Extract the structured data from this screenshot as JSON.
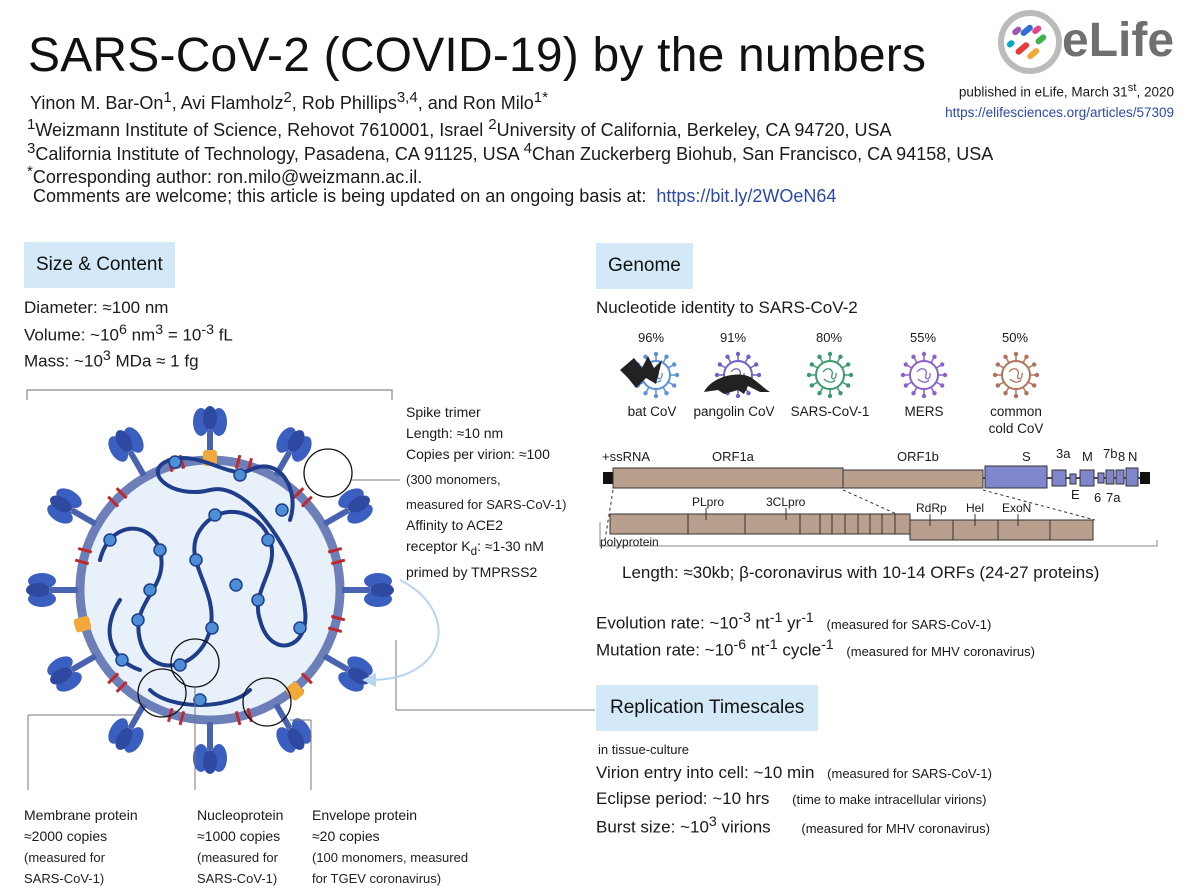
{
  "header": {
    "title": "SARS-CoV-2 (COVID-19) by the numbers",
    "authors": {
      "a1": "Yinon M. Bar-On",
      "a1_sup": "1",
      "a2": ", Avi Flamholz",
      "a2_sup": "2",
      "a3": ", Rob Phillips",
      "a3_sup": "3,4",
      "a4": ", and Ron Milo",
      "a4_sup": "1*"
    },
    "affiliations": {
      "line1_sup1": "1",
      "line1_a": "Weizmann Institute of Science, Rehovot 7610001, Israel ",
      "line1_sup2": "2",
      "line1_b": "University of California, Berkeley, CA 94720, USA",
      "line2_sup1": "3",
      "line2_a": "California Institute of Technology, Pasadena, CA 91125, USA ",
      "line2_sup2": "4",
      "line2_b": "Chan Zuckerberg Biohub, San Francisco, CA 94158, USA",
      "line3_sup": "*",
      "line3": "Corresponding author: ron.milo@weizmann.ac.il.",
      "line4": "Comments are welcome; this article is being updated on an ongoing basis at:",
      "line4_link": "https://bit.ly/2WOeN64"
    },
    "publication": {
      "line_a": "published in eLife, March 31",
      "line_sup": "st",
      "line_b": ", 2020",
      "url": "https://elifesciences.org/articles/57309"
    },
    "logo_text": "eLife"
  },
  "size_content": {
    "heading": "Size & Content",
    "diameter": "Diameter: ≈100 nm",
    "volume_a": "Volume: ~10",
    "volume_sup1": "6",
    "volume_b": " nm",
    "volume_sup2": "3",
    "volume_c": " = 10",
    "volume_sup3": "-3",
    "volume_d": " fL",
    "mass_a": "Mass: ~10",
    "mass_sup": "3",
    "mass_b": " MDa ≈ 1 fg",
    "spike": {
      "title": "Spike trimer",
      "length": "Length: ≈10 nm",
      "copies": "Copies per virion: ≈100",
      "monomers": "(300 monomers,",
      "measured": "measured for SARS-CoV-1)",
      "affinity": "Affinity to ACE2",
      "receptor_a": "receptor K",
      "receptor_sub": "d",
      "receptor_b": ": ≈1-30 nM",
      "primed": "primed by TMPRSS2"
    },
    "membrane": {
      "title": "Membrane protein",
      "copies": "≈2000 copies",
      "note1": "(measured for",
      "note2": "SARS-CoV-1)"
    },
    "nucleo": {
      "title": "Nucleoprotein",
      "copies": "≈1000 copies",
      "note1": "(measured for",
      "note2": "SARS-CoV-1)"
    },
    "envelope": {
      "title": "Envelope protein",
      "copies": "≈20 copies",
      "note1": "(100 monomers, measured",
      "note2": "for TGEV coronavirus)"
    }
  },
  "genome": {
    "heading": "Genome",
    "identity_title": "Nucleotide identity to SARS-CoV-2",
    "viruses": [
      {
        "pct": "96%",
        "name": "bat CoV",
        "color": "#5b8fd6"
      },
      {
        "pct": "91%",
        "name": "pangolin CoV",
        "color": "#6a63c6"
      },
      {
        "pct": "80%",
        "name": "SARS-CoV-1",
        "color": "#3a9a6e"
      },
      {
        "pct": "55%",
        "name": "MERS",
        "color": "#8c62c9"
      },
      {
        "pct": "50%",
        "name": "common",
        "name2": "cold CoV",
        "color": "#b0735a"
      }
    ],
    "map_labels": {
      "ssrna": "+ssRNA",
      "orf1a": "ORF1a",
      "orf1b": "ORF1b",
      "s": "S",
      "g3a": "3a",
      "m": "M",
      "g7b": "7b",
      "g8": "8",
      "n": "N",
      "e": "E",
      "g6": "6",
      "g7a": "7a",
      "plpro": "PLpro",
      "clpro": "3CLpro",
      "rdrp": "RdRp",
      "hel": "Hel",
      "exon": "ExoN",
      "polyprotein": "polyprotein"
    },
    "length_text": "Length: ≈30kb; β-coronavirus with 10-14 ORFs (24-27 proteins)",
    "evolution_a": "Evolution rate: ~10",
    "evolution_sup1": "-3",
    "evolution_b": " nt",
    "evolution_sup2": "-1",
    "evolution_c": " yr",
    "evolution_sup3": "-1",
    "evolution_note": "(measured for SARS-CoV-1)",
    "mutation_a": "Mutation rate: ~10",
    "mutation_sup1": "-6",
    "mutation_b": " nt",
    "mutation_sup2": "-1",
    "mutation_c": " cycle",
    "mutation_sup3": "-1",
    "mutation_note": "(measured for MHV coronavirus)",
    "colors": {
      "orf1": "#b9a08e",
      "structural": "#7f86cc",
      "outline": "#333333"
    }
  },
  "replication": {
    "heading": "Replication Timescales",
    "context": "in tissue-culture",
    "entry": "Virion entry into cell: ~10 min",
    "entry_note": "(measured for SARS-CoV-1)",
    "eclipse": "Eclipse period: ~10 hrs",
    "eclipse_note": "(time to make intracellular virions)",
    "burst_a": "Burst size: ~10",
    "burst_sup": "3",
    "burst_b": " virions",
    "burst_note": "(measured for MHV coronavirus)"
  },
  "colors": {
    "section_bg": "#d4e9f7",
    "link": "#2b4aa8",
    "virion_fill": "#e8f1fa",
    "virion_shell": "#6d7fb8",
    "spike": "#3b5fc0",
    "rna": "#1f3d8a",
    "nucleo": "#4d8fd6",
    "membrane": "#c0282e",
    "envelope": "#f2a93b"
  }
}
